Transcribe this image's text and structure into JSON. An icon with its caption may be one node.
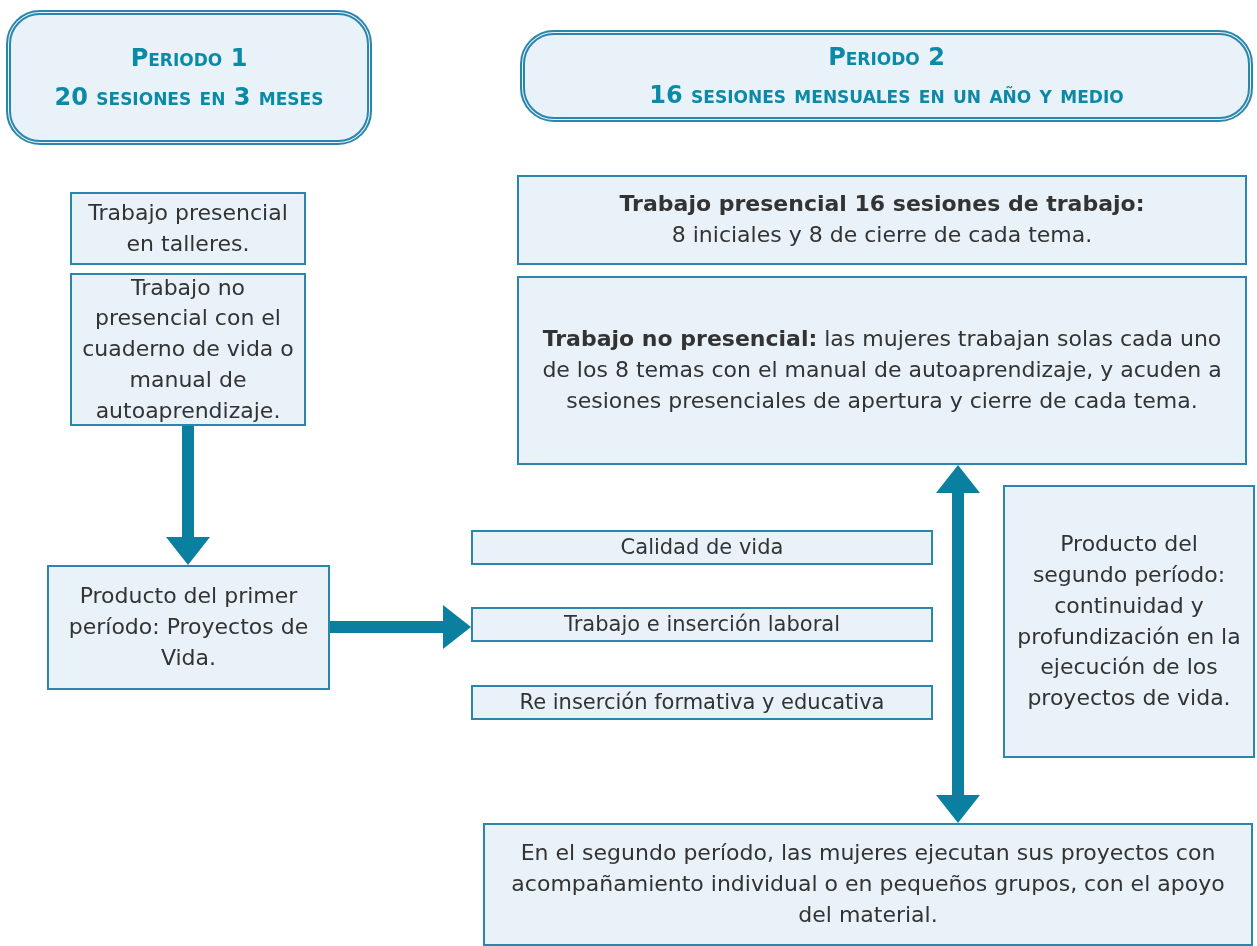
{
  "diagram": {
    "nodes": [
      {
        "text": [
          "Periodo 1",
          "20 sesiones en 3 meses"
        ]
      },
      {
        "text": [
          "Periodo 2",
          "16 sesiones mensuales en un año y medio"
        ]
      },
      {
        "text": [
          "Trabajo presencial en talleres."
        ]
      },
      {
        "text": [
          "Trabajo no presencial con el cuaderno de vida o manual de autoaprendizaje."
        ]
      },
      {
        "text": [
          "Producto del primer período: Proyectos de Vida."
        ]
      },
      {
        "text": [
          "Trabajo presencial 16 sesiones de trabajo:",
          "8 iniciales y  8  de cierre de cada tema."
        ]
      },
      {
        "text": [
          "**Trabajo no presencial:** las mujeres trabajan solas cada uno de los 8 temas con el manual de autoaprendizaje, y acuden a sesiones presenciales de apertura y cierre de cada tema."
        ]
      },
      {
        "text": [
          "Calidad de vida"
        ]
      },
      {
        "text": [
          "Trabajo e inserción laboral"
        ]
      },
      {
        "text": [
          "Re inserción formativa y educativa"
        ]
      },
      {
        "text": [
          "Producto del segundo período: continuidad y profundización en la ejecución de los proyectos de vida."
        ]
      },
      {
        "text": [
          "En el segundo período, las mujeres ejecutan sus proyectos con acompañamiento individual o en pequeños grupos, con el apoyo del material."
        ]
      }
    ],
    "edges": [
      {
        "from": 3,
        "to": 4,
        "arrow": "to"
      },
      {
        "from": 4,
        "to": 8,
        "arrow": "to"
      },
      {
        "from": 6,
        "to": 11,
        "arrow": "both"
      }
    ]
  }
}
